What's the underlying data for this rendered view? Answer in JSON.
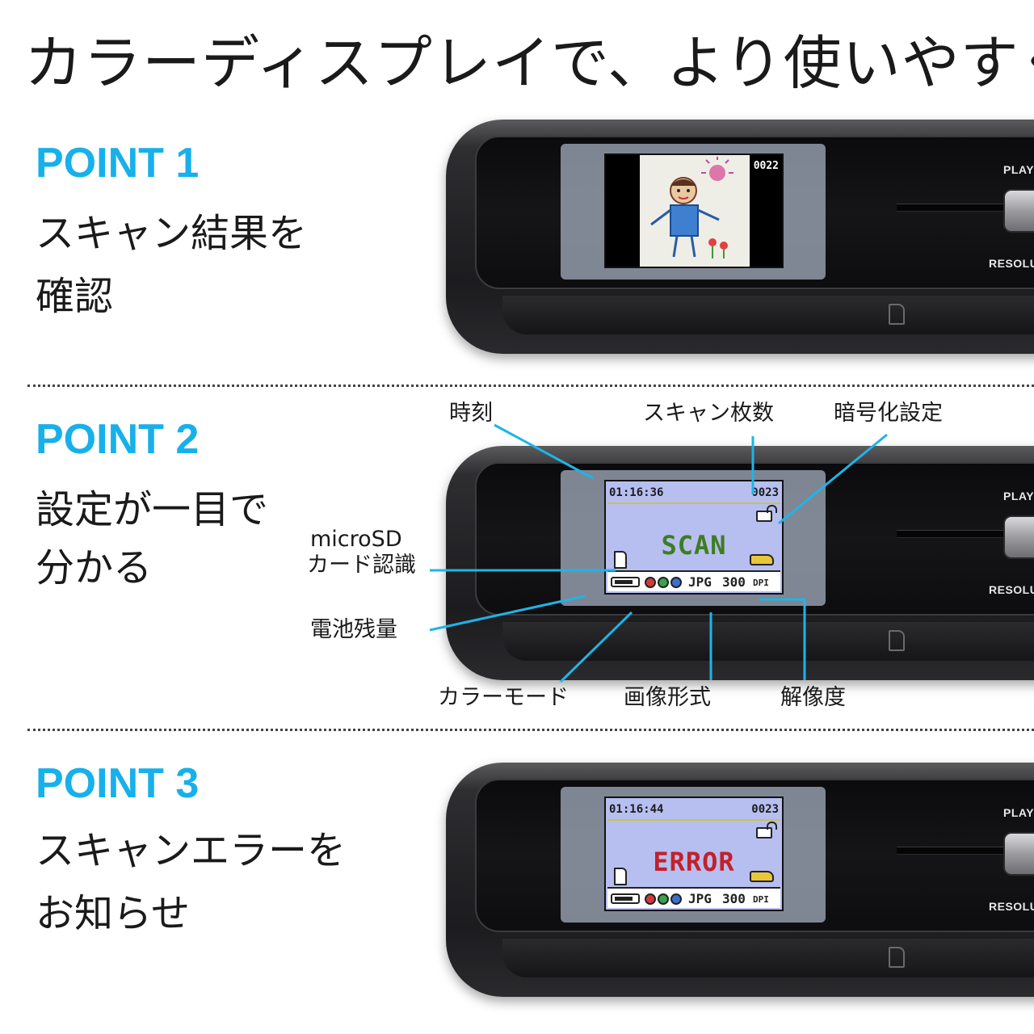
{
  "headline": "カラーディスプレイで、より使いやすく",
  "points": [
    {
      "label": "POINT 1",
      "desc_line1": "スキャン結果を",
      "desc_line2": "確認"
    },
    {
      "label": "POINT 2",
      "desc_line1": "設定が一目で",
      "desc_line2": "分かる"
    },
    {
      "label": "POINT 3",
      "desc_line1": "スキャンエラーを",
      "desc_line2": "お知らせ"
    }
  ],
  "scanner": {
    "play_label": "PLAY",
    "resolution_label": "RESOLU",
    "screen1": {
      "counter": "0022"
    },
    "screen2": {
      "time": "01:16:36",
      "count": "0023",
      "word": "SCAN",
      "word_color": "#3e7d1f",
      "format": "JPG",
      "dpi": "300",
      "dpi_unit": "DPI"
    },
    "screen3": {
      "time": "01:16:44",
      "count": "0023",
      "word": "ERROR",
      "word_color": "#c3202a",
      "format": "JPG",
      "dpi": "300",
      "dpi_unit": "DPI"
    }
  },
  "callouts": {
    "time": "時刻",
    "scan_count": "スキャン枚数",
    "encryption": "暗号化設定",
    "microsd_line1": "microSD",
    "microsd_line2": "カード認識",
    "battery": "電池残量",
    "color_mode": "カラーモード",
    "image_format": "画像形式",
    "resolution": "解像度"
  },
  "colors": {
    "accent": "#17b0ea",
    "leader_line": "#1fb4e8",
    "color_dots": [
      "#d23a3a",
      "#3aa34a",
      "#3a6fd2"
    ]
  }
}
